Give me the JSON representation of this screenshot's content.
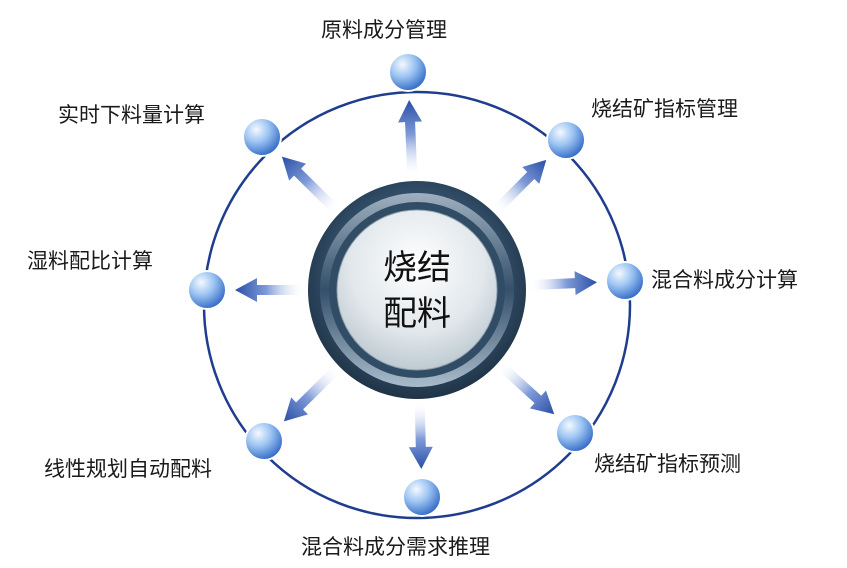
{
  "center": {
    "line1": "烧结",
    "line2": "配料"
  },
  "modules": [
    {
      "id": "top",
      "label": "原料成分管理"
    },
    {
      "id": "top-right",
      "label": "烧结矿指标管理"
    },
    {
      "id": "right",
      "label": "混合料成分计算"
    },
    {
      "id": "bottom-right",
      "label": "烧结矿指标预测"
    },
    {
      "id": "bottom",
      "label": "混合料成分需求推理"
    },
    {
      "id": "bottom-left",
      "label": "线性规划自动配料"
    },
    {
      "id": "left",
      "label": "湿料配比计算"
    },
    {
      "id": "top-left",
      "label": "实时下料量计算"
    }
  ],
  "colors": {
    "ring": "#1f3d8f",
    "node_light": "#dbeaff",
    "node_dark": "#2f6fd0",
    "arrow": "#2c4fa8",
    "hub_outer": "#2f4a63",
    "hub_inner": "#e4eaee"
  }
}
